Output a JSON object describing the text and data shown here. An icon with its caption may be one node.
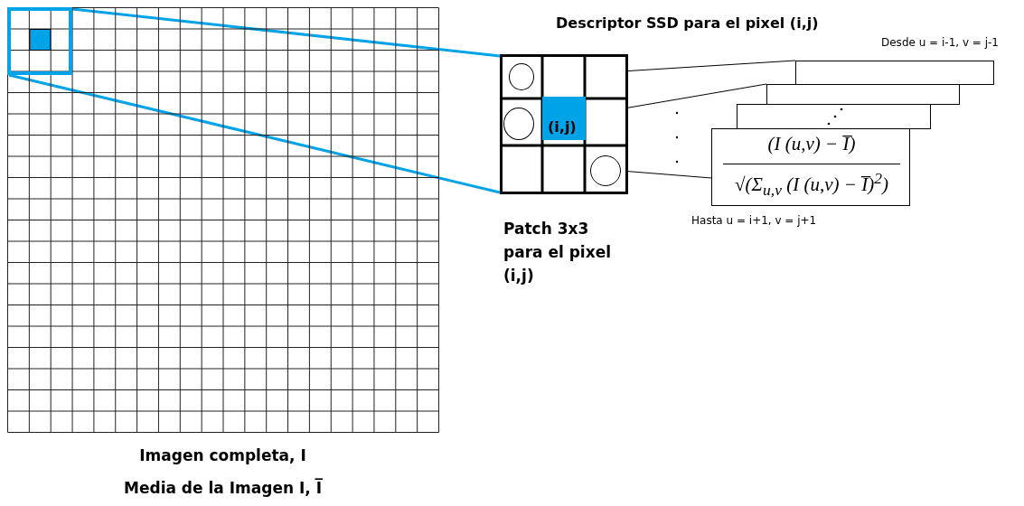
{
  "diagram": {
    "title": "Descriptor SSD para el pixel (i,j)",
    "nodes": [
      {
        "text": [
          "Imagen completa, I",
          "Media de la Imagen I, I̅"
        ]
      },
      {
        "text": [],
        "shape": "box",
        "in": 0
      },
      {
        "text": [
          "Patch 3x3 para el pixel (i,j)"
        ]
      },
      {
        "text": [
          "(i,j)"
        ],
        "in": 2
      },
      {
        "text": [],
        "shape": "circle",
        "in": 2
      },
      {
        "text": [],
        "shape": "circle",
        "in": 2
      },
      {
        "text": [],
        "shape": "circle",
        "in": 2
      },
      {
        "text": [],
        "shape": "box"
      },
      {
        "text": [],
        "shape": "box"
      },
      {
        "text": [],
        "shape": "box"
      },
      {
        "text": [
          "(I (u,v) − I̅)",
          "√(Σ$_{u,v}$ (I (u,v) − I̅)$^{2}$)"
        ]
      }
    ],
    "edges": [
      {
        "from": 1,
        "to": 2,
        "arrow": "none",
        "style": "thick",
        "color": "#00a2e8"
      },
      {
        "from": 1,
        "to": 2,
        "arrow": "none",
        "style": "thick",
        "color": "#00a2e8"
      },
      {
        "from": 4,
        "to": 7,
        "arrow": "none"
      },
      {
        "from": 5,
        "to": 8,
        "arrow": "none"
      },
      {
        "from": 6,
        "to": 10,
        "arrow": "none"
      }
    ],
    "labels": [
      "Desde u = i-1, v = j-1",
      "Hasta u = i+1, v = j+1"
    ]
  }
}
